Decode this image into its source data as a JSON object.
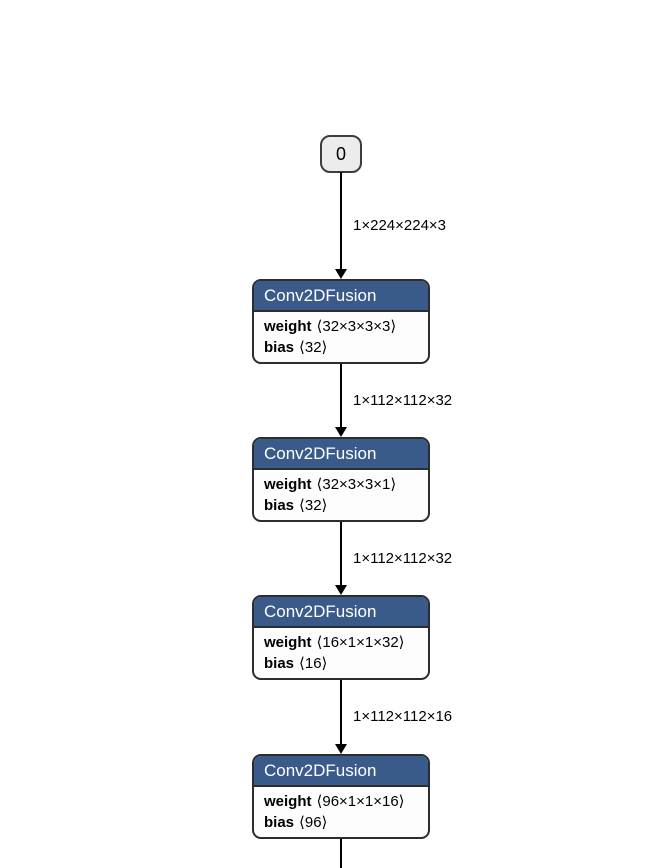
{
  "graph": {
    "input_node": {
      "label": "0"
    },
    "edges": [
      {
        "label": "1×224×224×3"
      },
      {
        "label": "1×112×112×32"
      },
      {
        "label": "1×112×112×32"
      },
      {
        "label": "1×112×112×16"
      }
    ],
    "nodes": [
      {
        "title": "Conv2DFusion",
        "attributes": [
          {
            "name": "weight",
            "value": "⟨32×3×3×3⟩"
          },
          {
            "name": "bias",
            "value": "⟨32⟩"
          }
        ]
      },
      {
        "title": "Conv2DFusion",
        "attributes": [
          {
            "name": "weight",
            "value": "⟨32×3×3×1⟩"
          },
          {
            "name": "bias",
            "value": "⟨32⟩"
          }
        ]
      },
      {
        "title": "Conv2DFusion",
        "attributes": [
          {
            "name": "weight",
            "value": "⟨16×1×1×32⟩"
          },
          {
            "name": "bias",
            "value": "⟨16⟩"
          }
        ]
      },
      {
        "title": "Conv2DFusion",
        "attributes": [
          {
            "name": "weight",
            "value": "⟨96×1×1×16⟩"
          },
          {
            "name": "bias",
            "value": "⟨96⟩"
          }
        ]
      }
    ],
    "colors": {
      "node-header-bg": "#3a5a8a",
      "node-border": "#2d2d2d",
      "node-body-bg": "#fdfdfd",
      "input-node-bg": "#ececec",
      "input-node-border": "#3d3d3d",
      "edge-color": "#000000"
    }
  }
}
